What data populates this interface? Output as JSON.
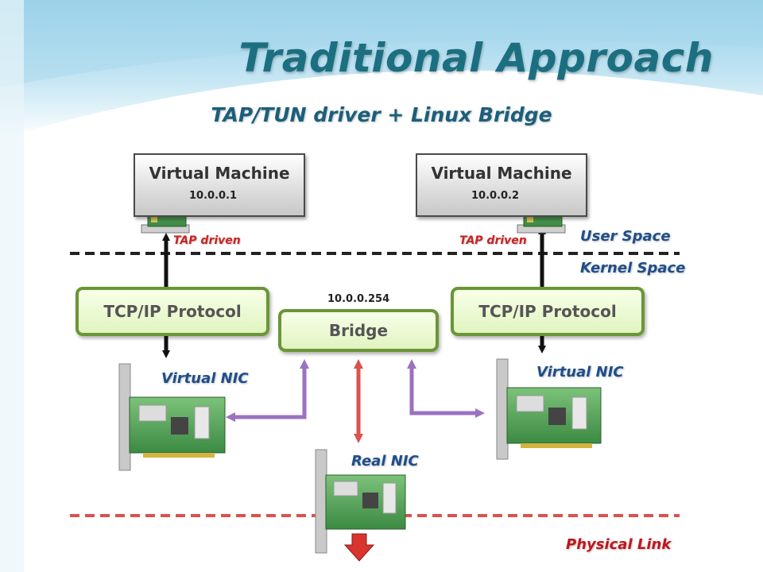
{
  "title": "Traditional Approach",
  "subtitle": "TAP/TUN driver + Linux Bridge",
  "vm_left": {
    "title": "Virtual Machine",
    "ip": "10.0.0.1"
  },
  "vm_right": {
    "title": "Virtual Machine",
    "ip": "10.0.0.2"
  },
  "tap_left": "TAP driven",
  "tap_right": "TAP driven",
  "user_space": "User Space",
  "kernel_space": "Kernel Space",
  "tcp_left": "TCP/IP Protocol",
  "tcp_right": "TCP/IP Protocol",
  "bridge": {
    "label": "Bridge",
    "ip": "10.0.0.254"
  },
  "vnic_left": "Virtual NIC",
  "vnic_right": "Virtual NIC",
  "real_nic": "Real NIC",
  "physical_link": "Physical Link",
  "colors": {
    "title": "#1b6f80",
    "protocol_border": "#6b9637",
    "bridge_arrow": "#d9534f",
    "nic_arrow": "#9b72c0",
    "separator": "#222222",
    "physical": "#d9534f"
  }
}
